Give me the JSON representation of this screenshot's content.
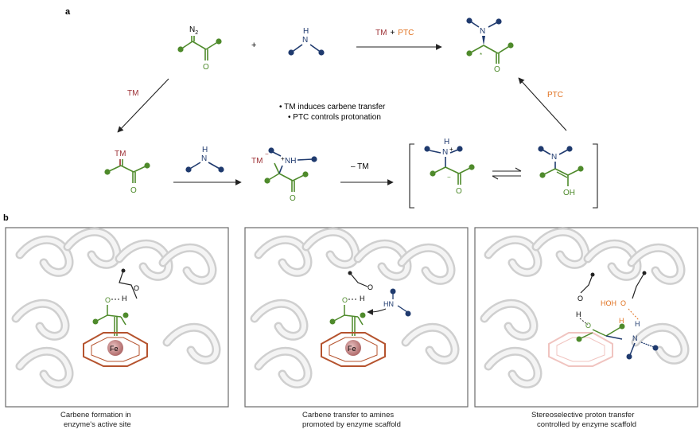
{
  "panel_a": {
    "label": "a",
    "diazo_n2": "N",
    "diazo_n2_sub": "2",
    "oxygen": "O",
    "plus": "+",
    "amine_h": "H",
    "amine_n": "N",
    "top_arrow_tm": "TM",
    "top_arrow_plus": "+",
    "top_arrow_ptc": "PTC",
    "left_arrow_label": "TM",
    "right_arrow_label": "PTC",
    "bullet1": "• TM induces carbene transfer",
    "bullet2": "• PTC controls protonation",
    "carbene_tm": "TM",
    "ylide_tm": "TM",
    "ylide_minus": "−",
    "ylide_nh": "NH",
    "ylide_plus": "+",
    "minus_tm": "– TM",
    "ammonium_n": "N",
    "ammonium_h": "H",
    "ammonium_plus": "+",
    "enol_oh": "OH",
    "star": "*",
    "product_n": "N"
  },
  "panel_b": {
    "label": "b",
    "panels": [
      {
        "caption_line1": "Carbene formation in",
        "caption_line2": "enzyme's active site",
        "fe": "Fe",
        "o": "O",
        "h": "H"
      },
      {
        "caption_line1": "Carbene transfer to amines",
        "caption_line2": "promoted by enzyme scaffold",
        "fe": "Fe",
        "o": "O",
        "h": "H",
        "hn": "HN"
      },
      {
        "caption_line1": "Stereoselective proton transfer",
        "caption_line2": "controlled by enzyme scaffold",
        "o": "O",
        "h": "H",
        "hoh": "HOH",
        "n": "N"
      }
    ]
  },
  "colors": {
    "green": "#4e8a2b",
    "blue": "#1f3a6e",
    "tm_red": "#9c2f34",
    "ptc_orange": "#e0701e",
    "heme": "#b5532e",
    "iron": "#c98b8b"
  }
}
